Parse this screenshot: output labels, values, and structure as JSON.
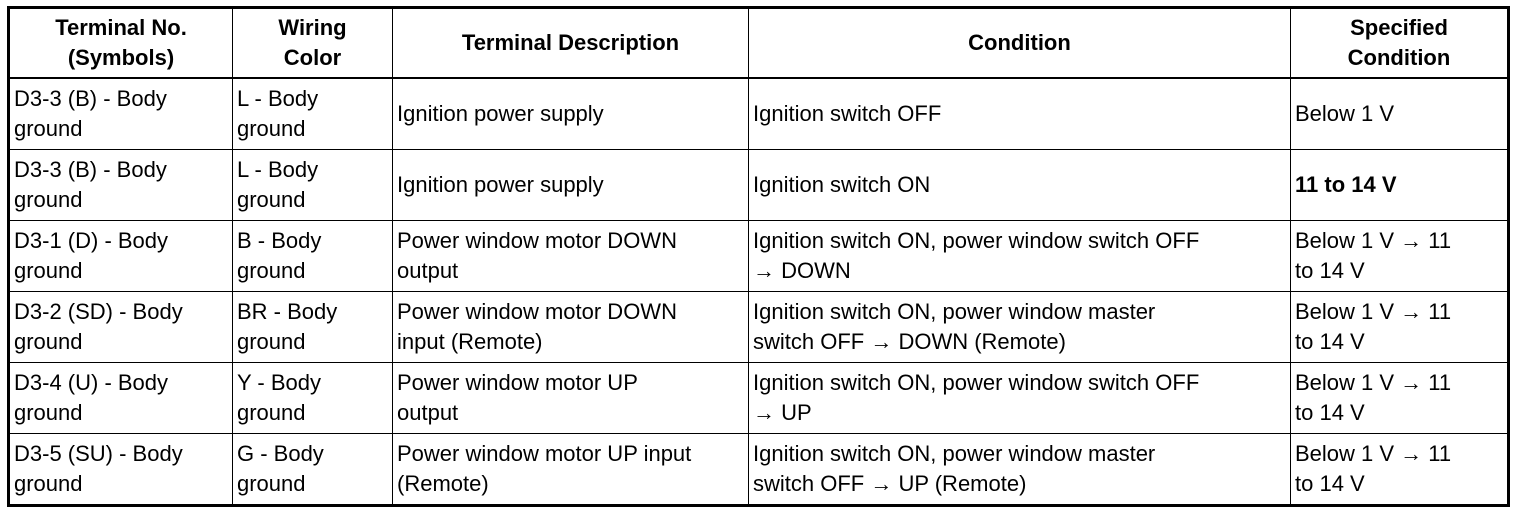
{
  "columns": [
    {
      "line1": "Terminal No.",
      "line2": "(Symbols)"
    },
    {
      "line1": "Wiring",
      "line2": "Color"
    },
    {
      "line1": "Terminal Description",
      "line2": ""
    },
    {
      "line1": "Condition",
      "line2": ""
    },
    {
      "line1": "Specified",
      "line2": "Condition"
    }
  ],
  "rows": [
    {
      "terminal": [
        "D3-3 (B) - Body",
        "ground"
      ],
      "wiring": [
        "L - Body",
        "ground"
      ],
      "description": [
        "Ignition power supply",
        ""
      ],
      "condition": [
        "Ignition switch OFF",
        ""
      ],
      "specified": [
        "Below 1 V",
        ""
      ]
    },
    {
      "terminal": [
        "D3-3 (B) - Body",
        "ground"
      ],
      "wiring": [
        "L - Body",
        "ground"
      ],
      "description": [
        "Ignition power supply",
        ""
      ],
      "condition": [
        "Ignition switch ON",
        ""
      ],
      "specified": [
        "11 to 14 V",
        ""
      ]
    },
    {
      "terminal": [
        "D3-1 (D) - Body",
        "ground"
      ],
      "wiring": [
        "B - Body",
        "ground"
      ],
      "description": [
        "Power window motor DOWN",
        "output"
      ],
      "condition": [
        "Ignition switch ON, power window switch OFF",
        "→ DOWN"
      ],
      "specified": [
        "Below 1 V → 11",
        "to 14 V"
      ]
    },
    {
      "terminal": [
        "D3-2 (SD) - Body",
        "ground"
      ],
      "wiring": [
        "BR - Body",
        "ground"
      ],
      "description": [
        "Power window motor DOWN",
        "input (Remote)"
      ],
      "condition": [
        "Ignition switch ON, power window master",
        "switch OFF → DOWN (Remote)"
      ],
      "specified": [
        "Below 1 V → 11",
        "to 14 V"
      ]
    },
    {
      "terminal": [
        "D3-4 (U) - Body",
        "ground"
      ],
      "wiring": [
        "Y - Body",
        "ground"
      ],
      "description": [
        "Power window motor UP",
        "output"
      ],
      "condition": [
        "Ignition switch ON, power window switch OFF",
        "→ UP"
      ],
      "specified": [
        "Below 1 V → 11",
        "to 14 V"
      ]
    },
    {
      "terminal": [
        "D3-5 (SU) - Body",
        "ground"
      ],
      "wiring": [
        "G - Body",
        "ground"
      ],
      "description": [
        "Power window motor UP input",
        "(Remote)"
      ],
      "condition": [
        "Ignition switch ON, power window master",
        "switch OFF → UP (Remote)"
      ],
      "specified": [
        "Below 1 V → 11",
        "to 14 V"
      ]
    }
  ]
}
